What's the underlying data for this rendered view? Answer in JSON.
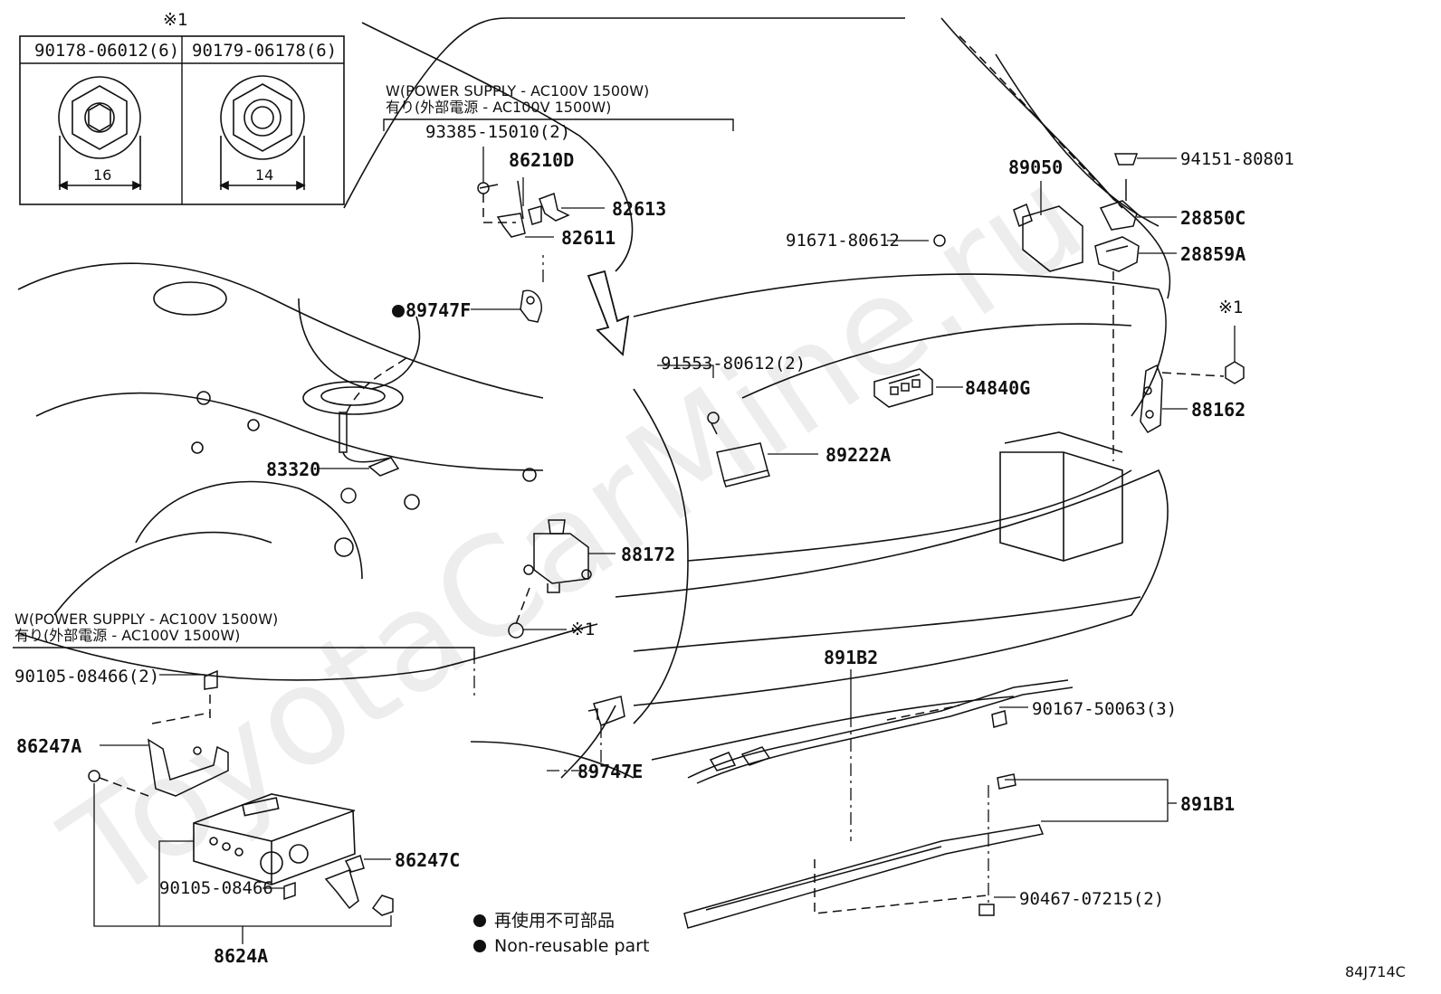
{
  "watermark": "ToyotaCarMine.ru",
  "diagram_code": "84J714C",
  "inset": {
    "mark": "※1",
    "nut_left": {
      "part": "90178-06012(6)",
      "dim": "16"
    },
    "nut_right": {
      "part": "90179-06178(6)",
      "dim": "14"
    }
  },
  "notes": {
    "top": {
      "line1": "W(POWER SUPPLY - AC100V 1500W)",
      "line2": "有り(外部電源 - AC100V 1500W)"
    },
    "left": {
      "line1": "W(POWER SUPPLY - AC100V 1500W)",
      "line2": "有り(外部電源 - AC100V 1500W)"
    }
  },
  "parts": {
    "p93385": "93385-15010(2)",
    "p86210D": "86210D",
    "p82613": "82613",
    "p82611": "82611",
    "p89747F": "89747F",
    "p91553": "91553-80612(2)",
    "p84840G": "84840G",
    "p89222A": "89222A",
    "p83320": "83320",
    "p88172": "88172",
    "p89050": "89050",
    "p91671": "91671-80612",
    "p94151": "94151-80801",
    "p28850C": "28850C",
    "p28859A": "28859A",
    "p_mark_right": "※1",
    "p88162": "88162",
    "p_mark_mid": "※1",
    "p891B2": "891B2",
    "p90167": "90167-50063(3)",
    "p891B1": "891B1",
    "p89747E": "89747E",
    "p90467": "90467-07215(2)",
    "p90105a": "90105-08466(2)",
    "p86247A": "86247A",
    "p86247C": "86247C",
    "p90105b": "90105-08466",
    "p8624A": "8624A"
  },
  "legend": {
    "line1": "再使用不可部品",
    "line2": "Non-reusable part"
  }
}
